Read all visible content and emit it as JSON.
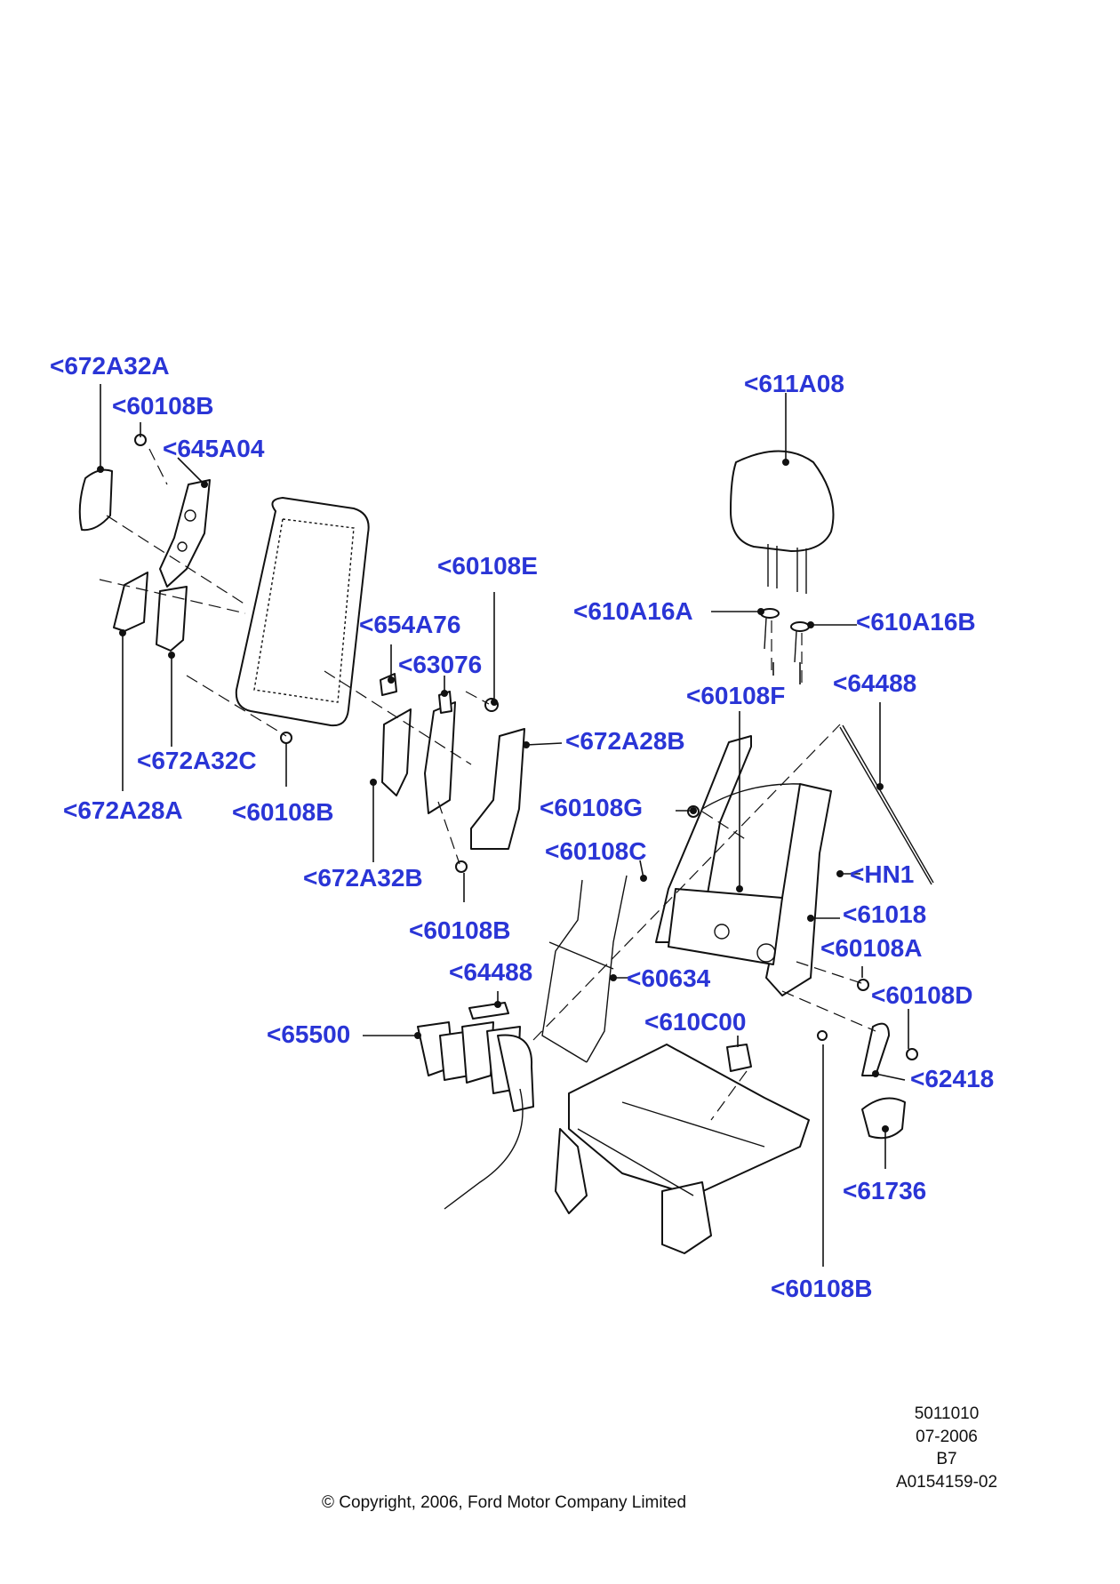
{
  "callouts": {
    "c672A32A_top": "<672A32A",
    "c60108B_top": "<60108B",
    "c645A04": "<645A04",
    "c611A08": "<611A08",
    "c60108E": "<60108E",
    "c610A16A": "<610A16A",
    "c610A16B": "<610A16B",
    "c654A76": "<654A76",
    "c63076": "<63076",
    "c60108F": "<60108F",
    "c64488_right": "<64488",
    "c672A28B": "<672A28B",
    "c672A32C": "<672A32C",
    "c672A28A": "<672A28A",
    "c60108B_left": "<60108B",
    "c60108G": "<60108G",
    "c60108C": "<60108C",
    "c672A32B": "<672A32B",
    "cHN1": "<HN1",
    "c61018": "<61018",
    "c60108B_mid": "<60108B",
    "c60108A": "<60108A",
    "c64488_left": "<64488",
    "c60634": "<60634",
    "c60108D": "<60108D",
    "c65500": "<65500",
    "c610C00": "<610C00",
    "c62418": "<62418",
    "c61736": "<61736",
    "c60108B_bottom": "<60108B"
  },
  "meta": {
    "line1": "5011010",
    "line2": "07-2006",
    "line3": "B7",
    "line4": "A0154159-02"
  },
  "copyright": "© Copyright, 2006, Ford Motor Company Limited",
  "colors": {
    "callout": "#2a35d6",
    "line": "#111111"
  }
}
